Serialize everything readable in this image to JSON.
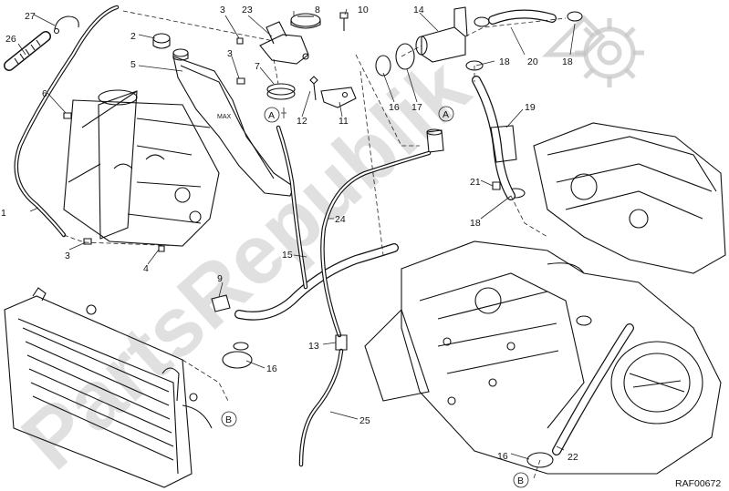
{
  "diagram": {
    "callouts": [
      "1",
      "2",
      "3",
      "3",
      "3",
      "4",
      "5",
      "6",
      "7",
      "8",
      "9",
      "10",
      "11",
      "12",
      "13",
      "14",
      "15",
      "16",
      "16",
      "16",
      "17",
      "18",
      "18",
      "18",
      "19",
      "20",
      "21",
      "22",
      "23",
      "24",
      "25",
      "26",
      "27"
    ],
    "connectors": [
      "A",
      "A",
      "B",
      "B"
    ],
    "reference_code": "RAF00672",
    "box_label": "MAX",
    "watermark": "PartsRepublik"
  },
  "icons": {
    "logo": "gear-icon"
  },
  "colors": {
    "line": "#111111",
    "watermark": "#c8c8c8",
    "background": "#ffffff"
  }
}
